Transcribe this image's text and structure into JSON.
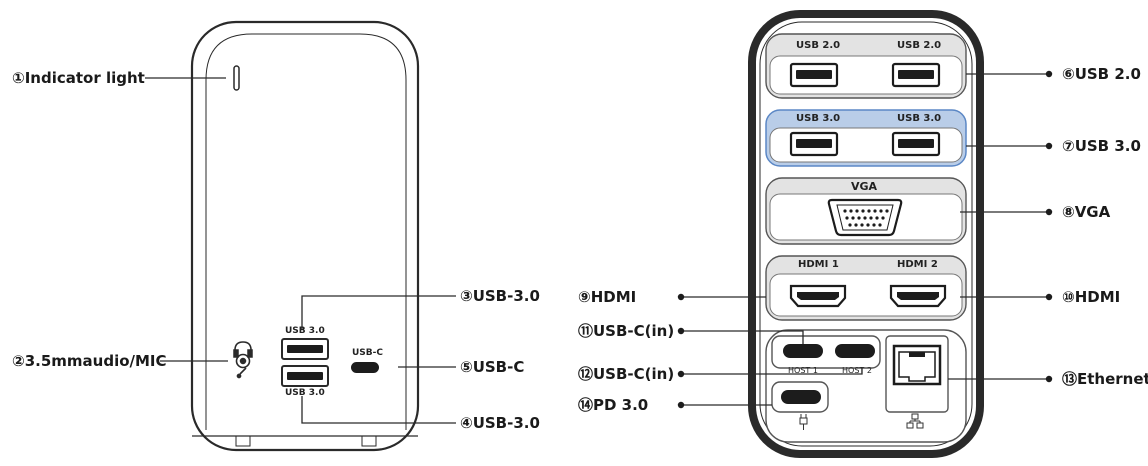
{
  "front": {
    "callouts": {
      "c1": "①Indicator light",
      "c2": "②3.5mmaudio/MIC",
      "c3": "③USB-3.0",
      "c4": "④USB-3.0",
      "c5": "⑤USB-C"
    },
    "port_labels": {
      "usb_top": "USB 3.0",
      "usb_bottom": "USB 3.0",
      "usbc": "USB-C"
    }
  },
  "back": {
    "callouts": {
      "c6": "⑥USB 2.0",
      "c7": "⑦USB 3.0",
      "c8": "⑧VGA",
      "c9": "⑨HDMI",
      "c10": "⑩HDMI",
      "c11": "⑪USB-C(in)",
      "c12": "⑫USB-C(in)",
      "c13": "⑬Ethernet",
      "c14": "⑭PD 3.0"
    },
    "port_labels": {
      "usb2_left": "USB 2.0",
      "usb2_right": "USB 2.0",
      "usb3_left": "USB 3.0",
      "usb3_right": "USB 3.0",
      "vga": "VGA",
      "hdmi1": "HDMI 1",
      "hdmi2": "HDMI 2",
      "host1": "HOST 1",
      "host2": "HOST 2"
    }
  },
  "colors": {
    "outline": "#2a2a2a",
    "band_fill": "#e3e3e3",
    "usb3_band_fill": "#b9cde8",
    "usb3_band_border": "#5b87c5",
    "port_fill": "#1c1c1c"
  }
}
